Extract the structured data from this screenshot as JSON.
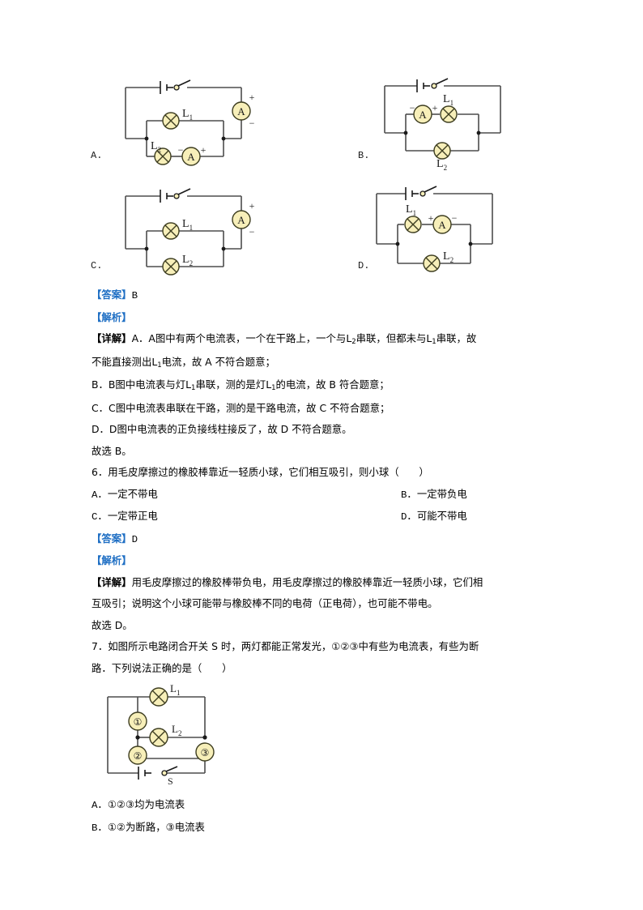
{
  "document": {
    "type": "physics-exam-answer-sheet",
    "language": "zh-CN",
    "page_background": "#ffffff",
    "accent_color": "#1f6fc4",
    "lamp_fill": "#f7efb9",
    "wire_color": "#4d4d4d"
  },
  "question5_choices": {
    "label_a": "A.",
    "label_b": "B.",
    "label_c": "C.",
    "label_d": "D.",
    "lamp1": "L",
    "lamp1_sub": "1",
    "lamp2": "L",
    "lamp2_sub": "2",
    "ammeter_glyph": "A",
    "plus": "+",
    "minus": "−"
  },
  "q5_answer": {
    "answer_tag": "【答案】",
    "answer_value": "B",
    "analysis_tag": "【解析】",
    "detail_tag": "【详解】",
    "detail_line1_a": "A．A图中有两个电流表，一个在干路上，一个与",
    "detail_line1_b": "串联，但都未与",
    "detail_line1_c": "串联，故",
    "detail_line2_a": "不能直接测出",
    "detail_line2_b": "电流，故 A 不符合题意；",
    "detail_b_1": "B．B图中电流表与灯",
    "detail_b_2": "串联，测的是灯",
    "detail_b_3": "的电流，故 B 符合题意；",
    "detail_c": "C．C图中电流表串联在干路，测的是干路电流，故 C 不符合题意；",
    "detail_d": "D．D图中电流表的正负接线柱接反了，故 D 不符合题意。",
    "conclusion": "故选 B。"
  },
  "question6": {
    "number": "6．",
    "stem": "用毛皮摩擦过的橡胶棒靠近一轻质小球，它们相互吸引，则小球（　　）",
    "options": [
      {
        "key": "A．",
        "text": "一定不带电"
      },
      {
        "key": "B．",
        "text": "一定带负电"
      },
      {
        "key": "C．",
        "text": "一定带正电"
      },
      {
        "key": "D．",
        "text": "可能不带电"
      }
    ]
  },
  "q6_answer": {
    "answer_tag": "【答案】",
    "answer_value": "D",
    "analysis_tag": "【解析】",
    "detail_tag": "【详解】",
    "detail_line1": "用毛皮摩擦过的橡胶棒带负电，用毛皮摩擦过的橡胶棒靠近一轻质小球，它们相",
    "detail_line2": "互吸引；说明这个小球可能带与橡胶棒不同的电荷（正电荷），也可能不带电。",
    "conclusion": "故选 D。"
  },
  "question7": {
    "number": "7．",
    "stem_line1": "如图所示电路闭合开关 S 时，两灯都能正常发光，①②③中有些为电流表，有些为断",
    "stem_line2": "路．下列说法正确的是（　　）",
    "figure": {
      "lamp1": "L",
      "lamp1_sub": "1",
      "lamp2": "L",
      "lamp2_sub": "2",
      "node1": "①",
      "node2": "②",
      "node3": "③",
      "switch": "S"
    },
    "options": [
      {
        "key": "A．",
        "text": "①②③均为电流表"
      },
      {
        "key": "B．",
        "text": "①②为断路，③电流表"
      }
    ]
  }
}
